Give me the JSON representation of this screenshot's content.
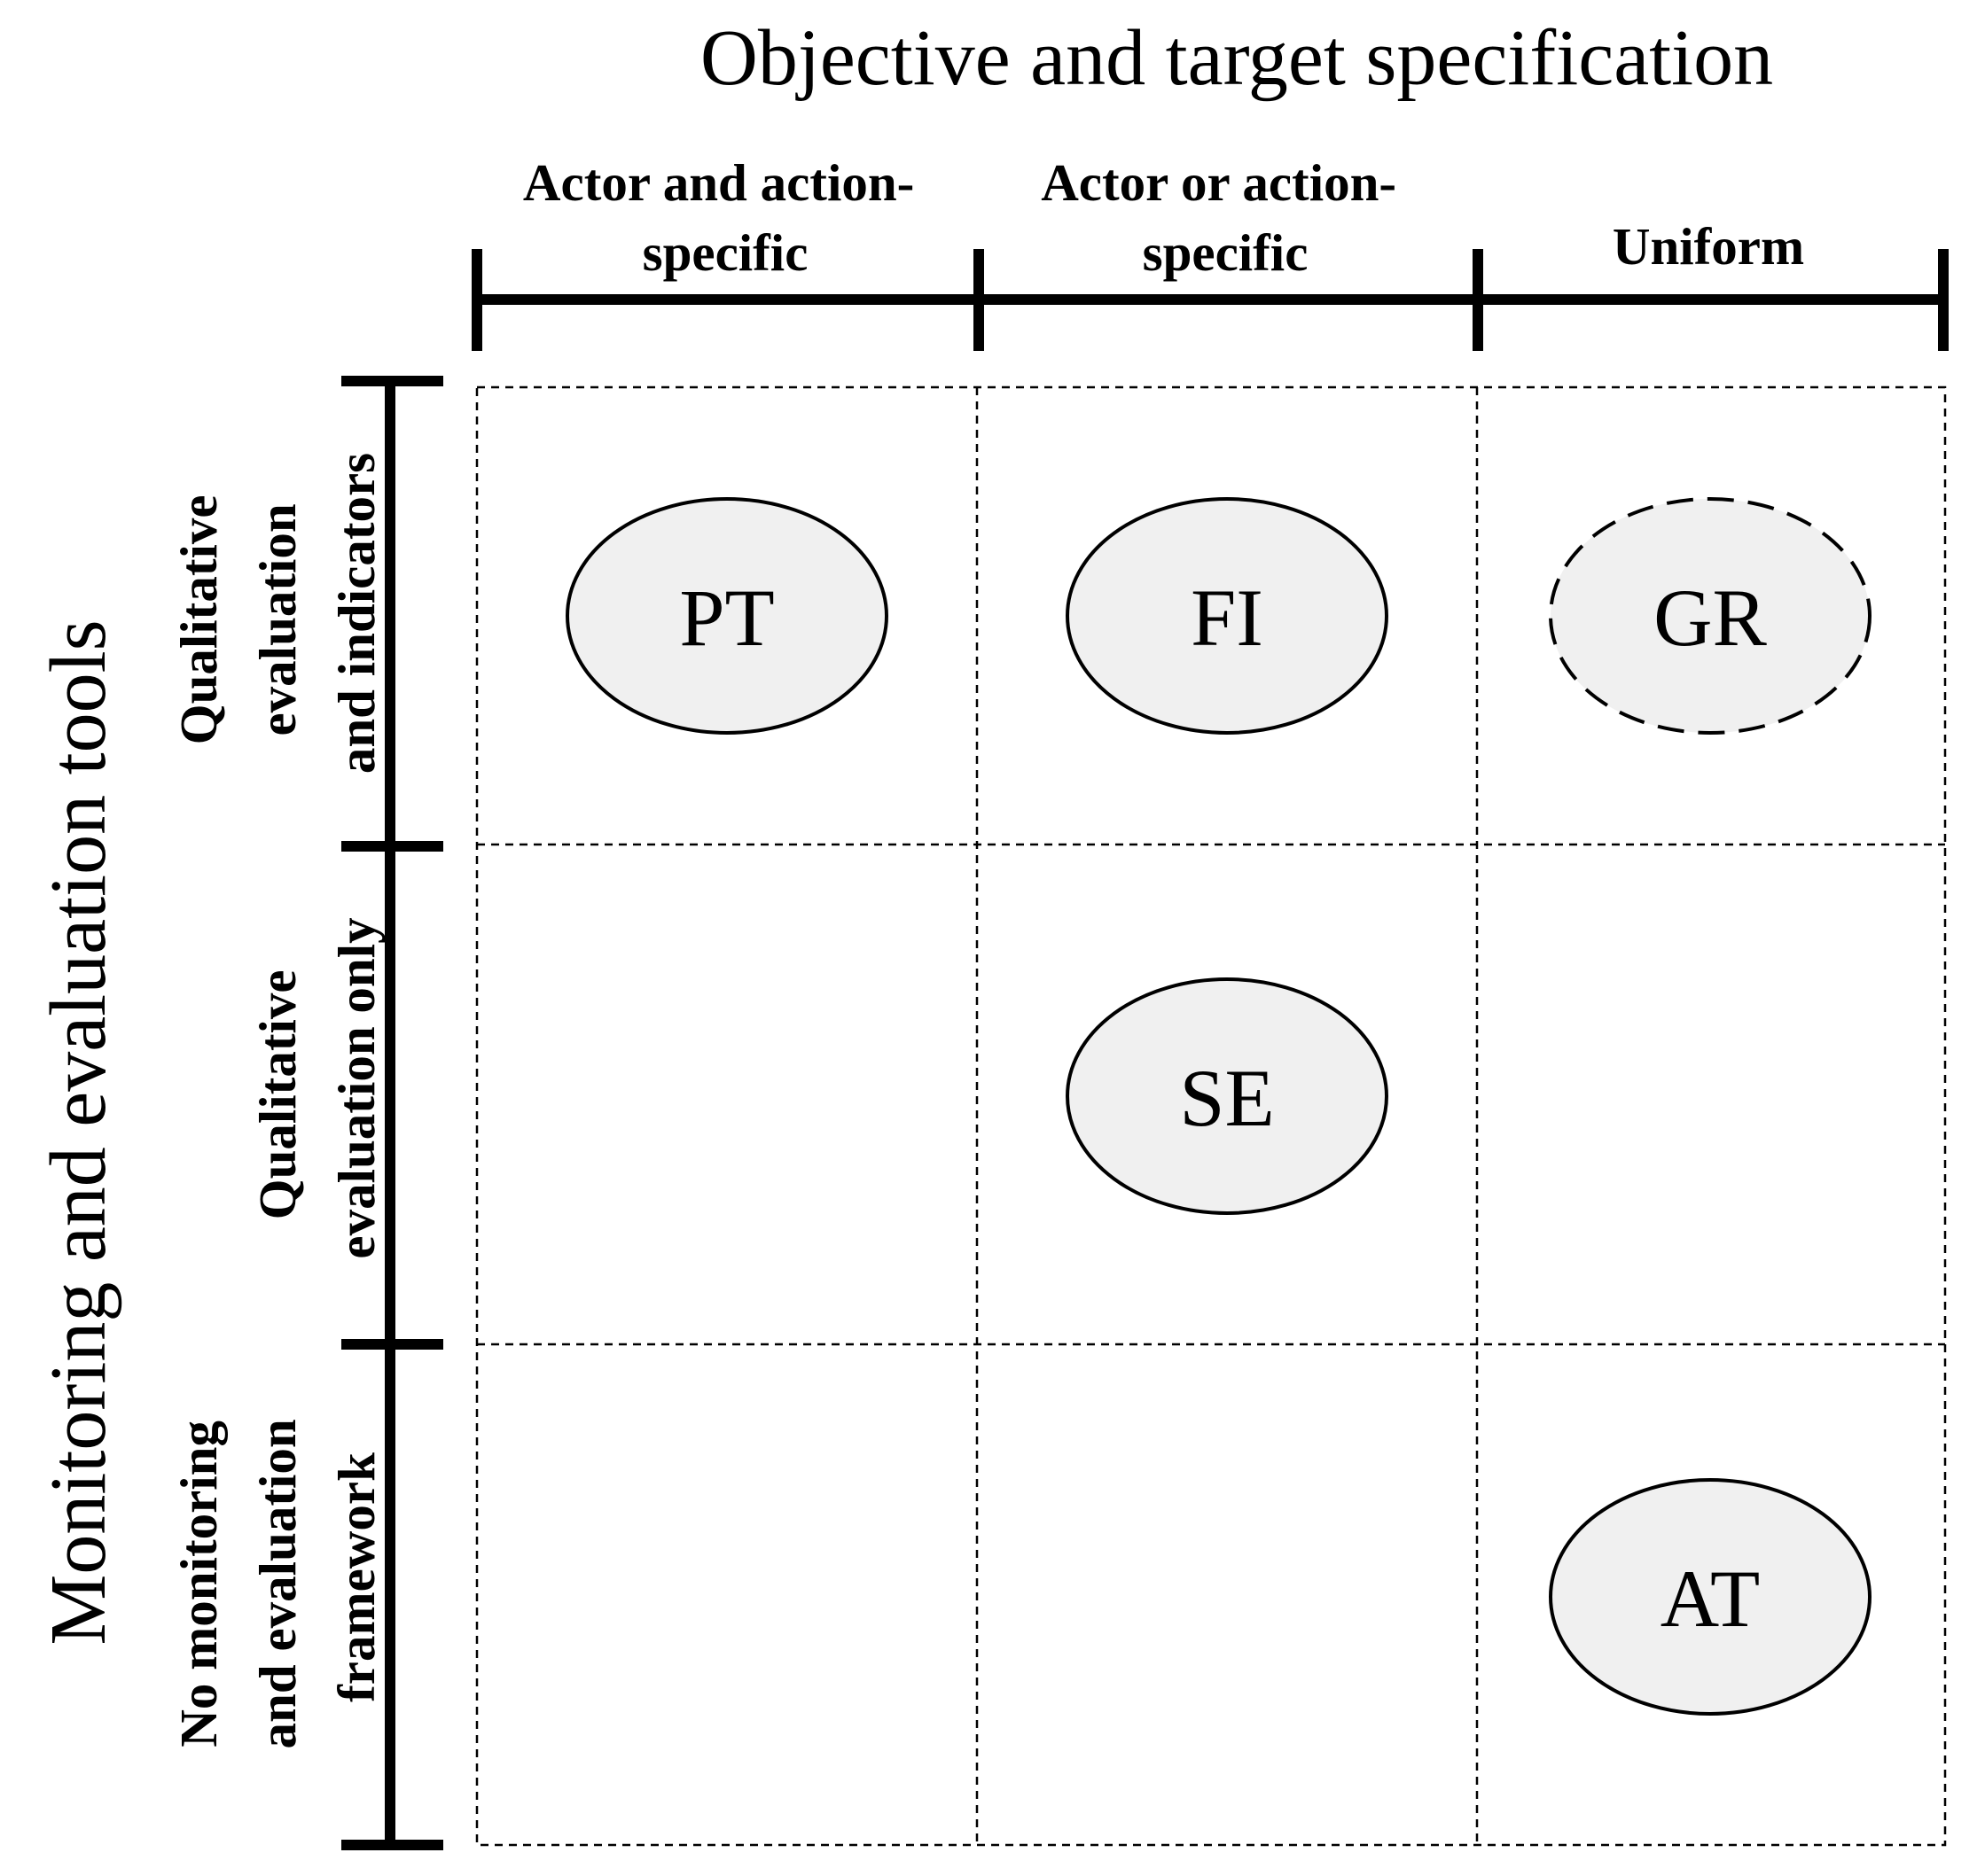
{
  "title": "Objective and target specification",
  "y_axis_title": "Monitoring and evaluation tools",
  "columns": [
    {
      "lines": [
        "Actor and action-",
        "specific"
      ]
    },
    {
      "lines": [
        "Actor or action-",
        "specific"
      ]
    },
    {
      "lines": [
        "Uniform"
      ]
    }
  ],
  "rows": [
    {
      "lines": [
        "Qualitative",
        "evaluation",
        "and indicators"
      ]
    },
    {
      "lines": [
        "Qualitative",
        "evaluation only"
      ]
    },
    {
      "lines": [
        "No monitoring",
        "and evaluation",
        "framework"
      ]
    }
  ],
  "items": [
    {
      "label": "PT",
      "row": 0,
      "col": 0,
      "style": "solid"
    },
    {
      "label": "FI",
      "row": 0,
      "col": 1,
      "style": "solid"
    },
    {
      "label": "GR",
      "row": 0,
      "col": 2,
      "style": "dashed"
    },
    {
      "label": "SE",
      "row": 1,
      "col": 1,
      "style": "solid"
    },
    {
      "label": "AT",
      "row": 2,
      "col": 2,
      "style": "solid"
    }
  ],
  "colors": {
    "ellipse_fill": "#f0f0f0",
    "stroke": "#000000"
  }
}
